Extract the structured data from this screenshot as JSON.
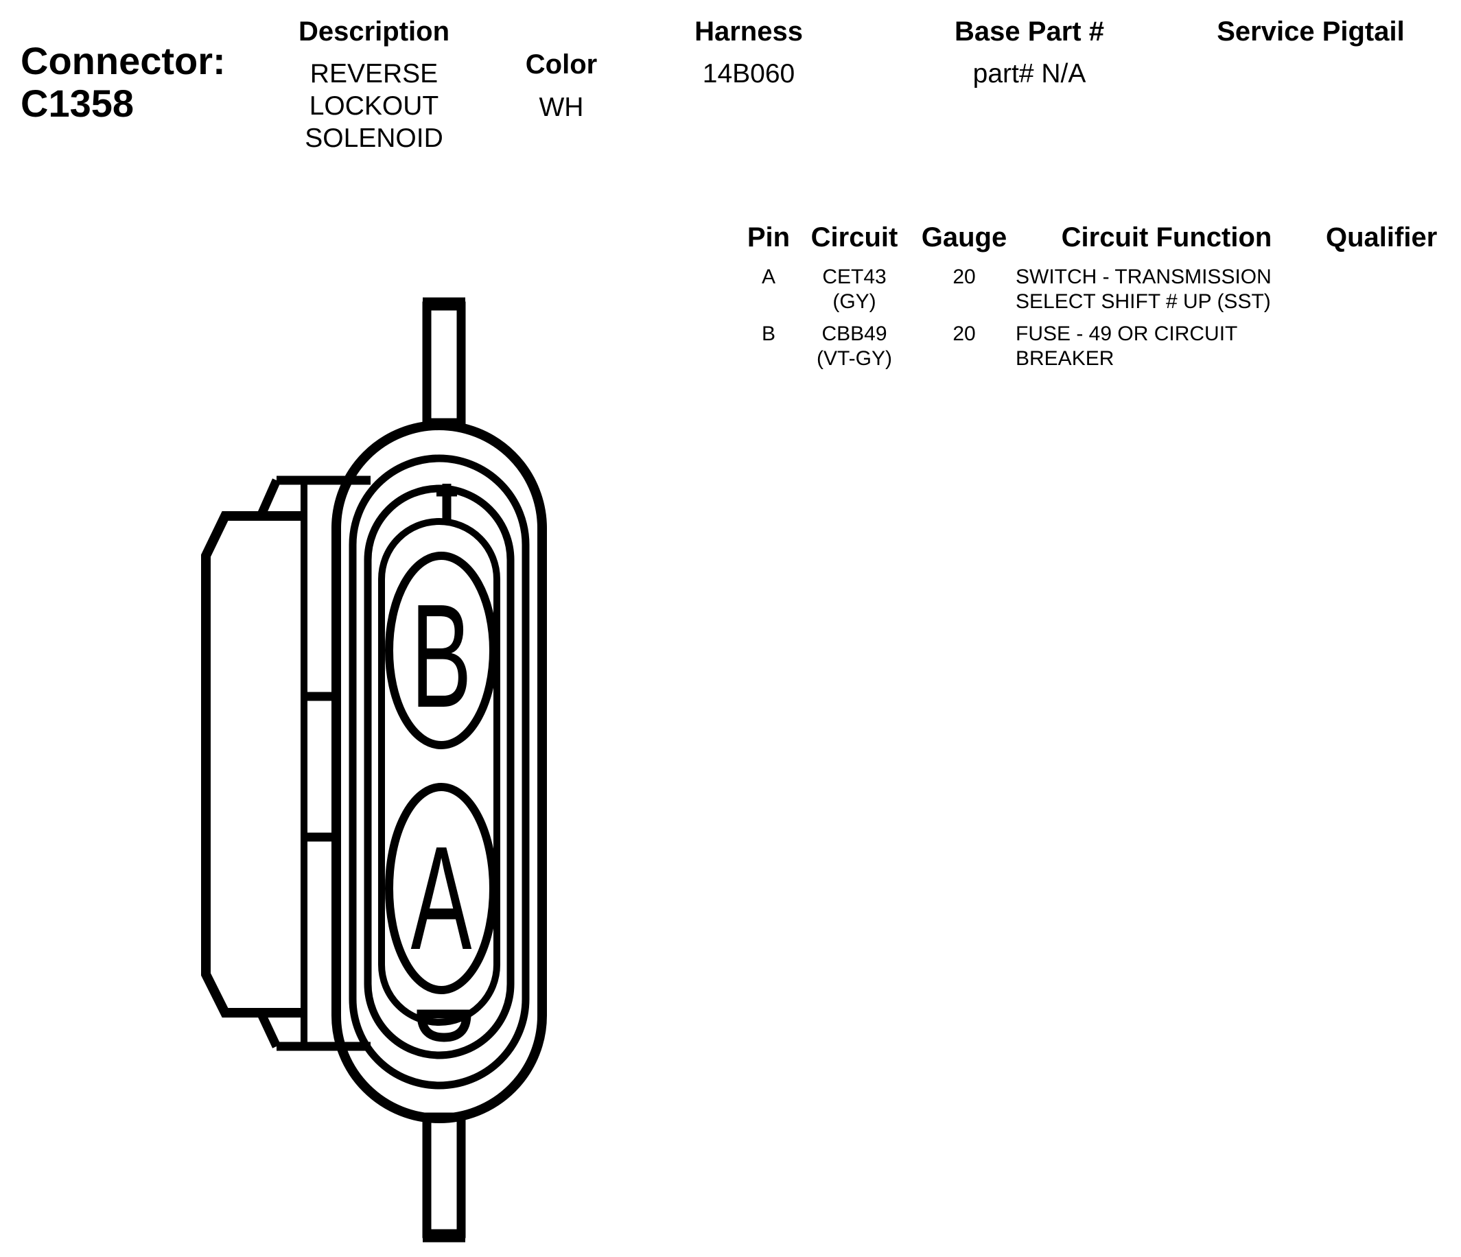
{
  "connector": {
    "label": "Connector:",
    "id": "C1358"
  },
  "header": {
    "description": {
      "label": "Description",
      "lines": [
        "REVERSE",
        "LOCKOUT",
        "SOLENOID"
      ]
    },
    "color": {
      "label": "Color",
      "value": "WH"
    },
    "harness": {
      "label": "Harness",
      "value": "14B060"
    },
    "base_part": {
      "label": "Base Part #",
      "value": "part# N/A"
    },
    "service_pigtail": {
      "label": "Service Pigtail",
      "value": ""
    }
  },
  "pin_table": {
    "columns": [
      "Pin",
      "Circuit",
      "Gauge",
      "Circuit Function",
      "Qualifier"
    ],
    "rows": [
      {
        "pin": "A",
        "circuit": [
          "CET43",
          "(GY)"
        ],
        "gauge": "20",
        "function": [
          "SWITCH - TRANSMISSION",
          "SELECT SHIFT # UP (SST)"
        ],
        "qualifier": ""
      },
      {
        "pin": "B",
        "circuit": [
          "CBB49",
          "(VT-GY)"
        ],
        "gauge": "20",
        "function": [
          "FUSE - 49 OR CIRCUIT",
          "BREAKER"
        ],
        "qualifier": ""
      }
    ]
  },
  "diagram": {
    "pin_labels": [
      "B",
      "A"
    ]
  }
}
